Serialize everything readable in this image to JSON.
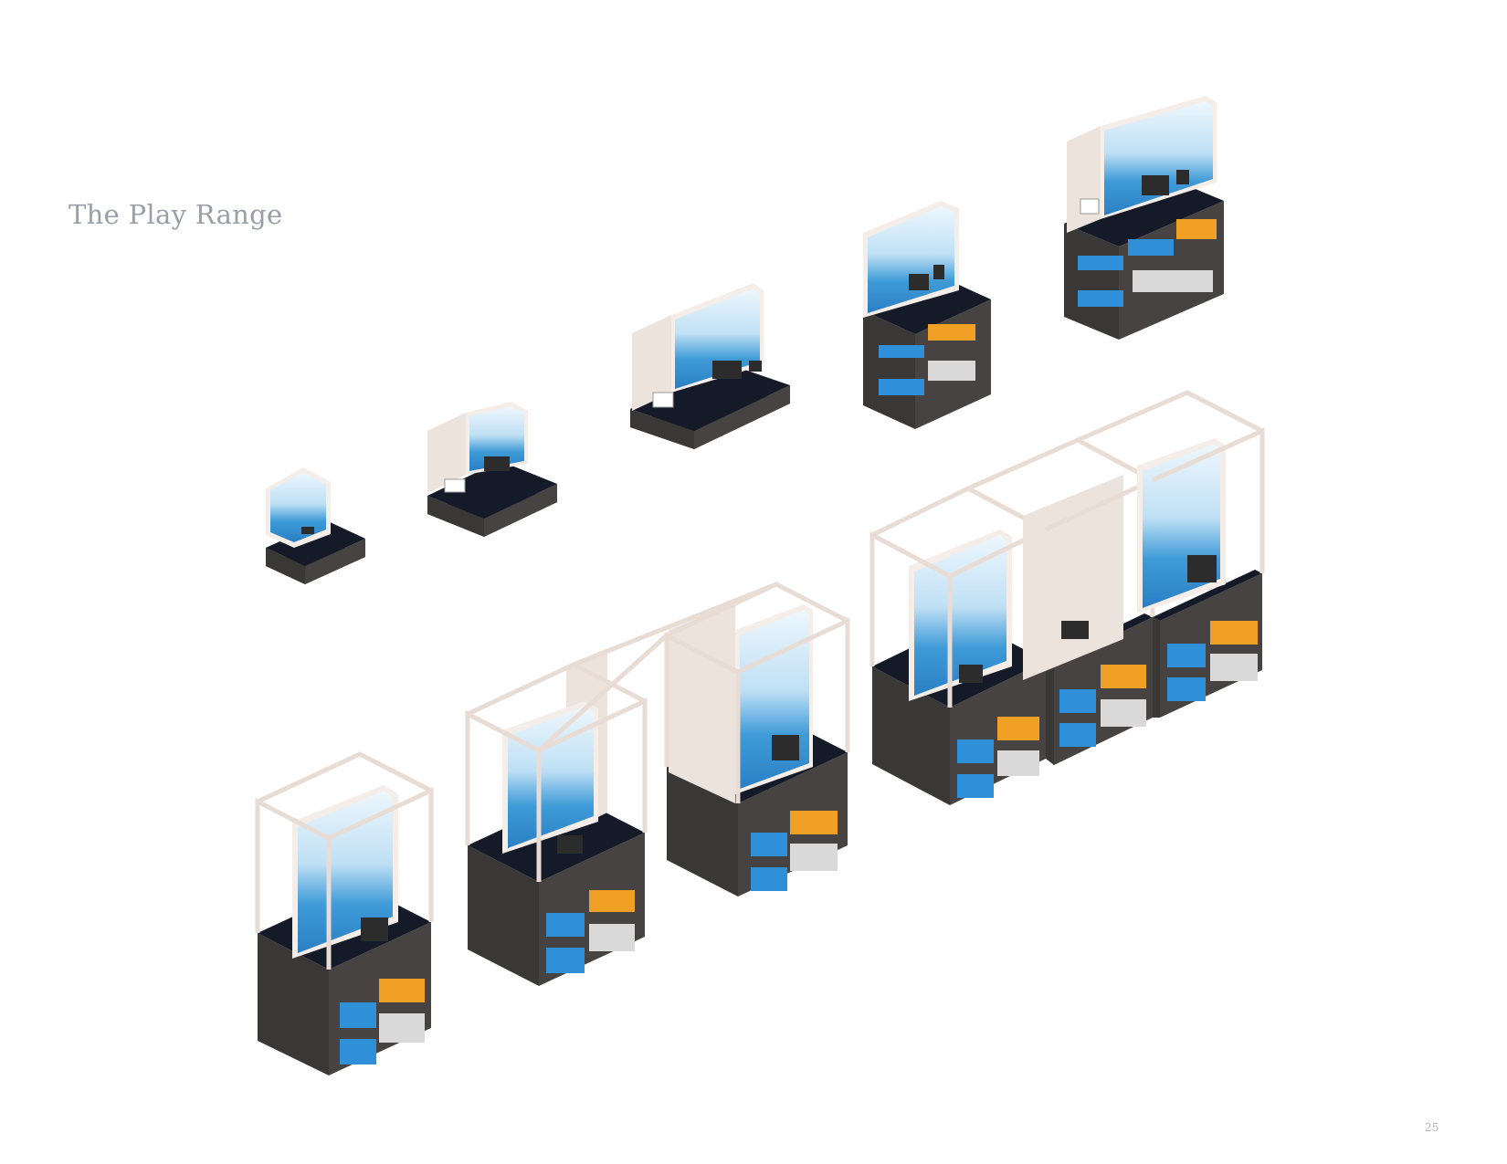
{
  "document": {
    "title": "The Play Range",
    "page_number": "25"
  },
  "illustration": {
    "subject": "isometric-retail-display-units",
    "colors": {
      "frame": "#e8dcd4",
      "cabinet": "#3d3b3a",
      "counter": "#161a26",
      "screen_blue": "#3f9bd8",
      "screen_light": "#c8e4f6",
      "product_blue": "#2f8fd8",
      "product_orange": "#f0a024",
      "product_grey": "#d9d9d9"
    }
  }
}
